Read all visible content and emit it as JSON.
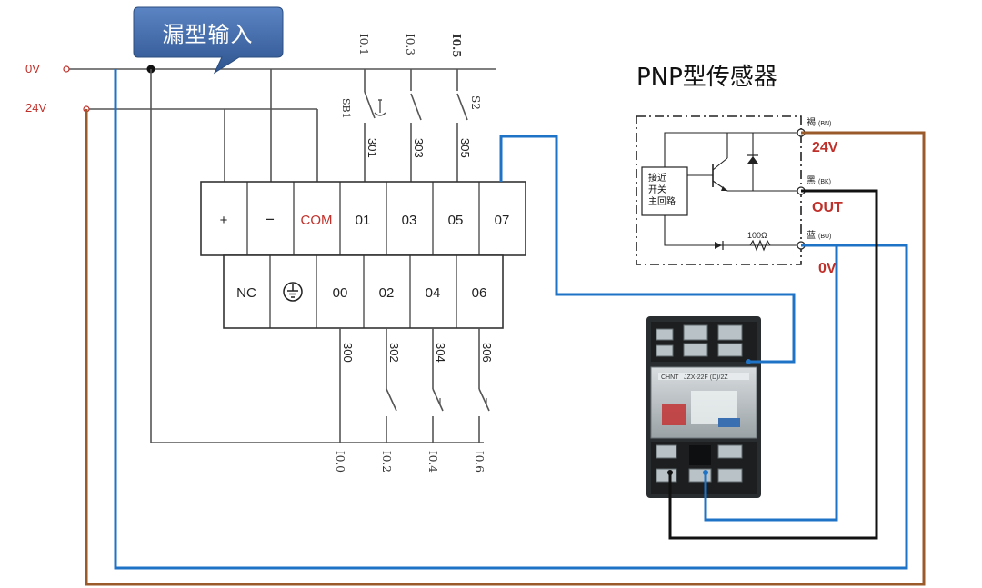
{
  "callout": {
    "text": "漏型输入"
  },
  "rails": {
    "zero": "0V",
    "positive": "24V"
  },
  "terminal_top": [
    "+",
    "−",
    "COM",
    "01",
    "03",
    "05",
    "07"
  ],
  "terminal_bottom": [
    "NC",
    "⏚",
    "00",
    "02",
    "04",
    "06"
  ],
  "inputs_top": {
    "addresses": [
      "I0.1",
      "I0.3",
      "I0.5"
    ],
    "wires": [
      "301",
      "303",
      "305"
    ],
    "switches": [
      "SB1",
      "S2"
    ]
  },
  "inputs_bottom": {
    "wires": [
      "300",
      "302",
      "304",
      "306"
    ],
    "addresses": [
      "I0.0",
      "I0.2",
      "I0.4",
      "I0.6"
    ]
  },
  "sensor": {
    "title": "PNP型传感器",
    "block": [
      "接近",
      "开关",
      "主回路"
    ],
    "pins": [
      {
        "name": "褐",
        "code": "(BN)",
        "signal": "24V"
      },
      {
        "name": "黑",
        "code": "(BK)",
        "signal": "OUT"
      },
      {
        "name": "蓝",
        "code": "(BU)",
        "signal": "0V"
      }
    ],
    "resistor": "100Ω"
  },
  "relay": {
    "brand": "CHNT",
    "model": "JZX-22F (D)/2Z"
  },
  "colors": {
    "rail": "#555555",
    "blue_wire": "#1f73c7",
    "brown_wire": "#9a5a2a",
    "black_wire": "#111111",
    "callout": "#3b63a3",
    "label_red": "#c0302a"
  }
}
